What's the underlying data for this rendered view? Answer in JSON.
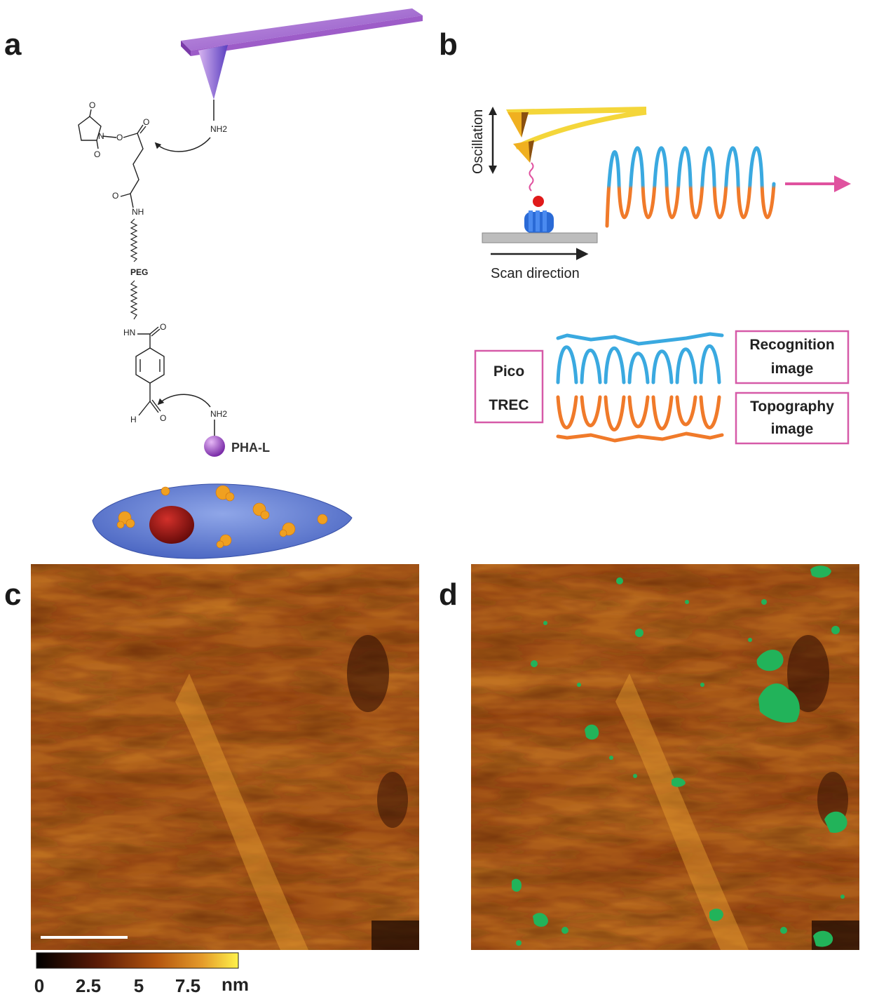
{
  "panels": {
    "a": {
      "letter": "a"
    },
    "b": {
      "letter": "b"
    },
    "c": {
      "letter": "c"
    },
    "d": {
      "letter": "d"
    }
  },
  "chemistry": {
    "amine_tip": "NH2",
    "nh": "NH",
    "peg": "PEG",
    "hn": "HN",
    "h": "H",
    "o": "O",
    "n": "N",
    "amine_protein": "NH2",
    "protein": "PHA-L"
  },
  "trec": {
    "oscillation": "Oscillation",
    "scan_direction": "Scan direction",
    "pico_line1": "Pico",
    "pico_line2": "TREC",
    "recognition_line1": "Recognition",
    "recognition_line2": "image",
    "topography_line1": "Topography",
    "topography_line2": "image"
  },
  "colorbar": {
    "ticks": [
      "0",
      "2.5",
      "5",
      "7.5"
    ],
    "unit": "nm",
    "stops": [
      "#000000",
      "#5a1a06",
      "#b4560f",
      "#e49a2a",
      "#fff24a"
    ]
  },
  "colors": {
    "cantilever_a": "#b679d6",
    "cantilever_b": "#f4d63a",
    "topo_trace": "#f07a2a",
    "recog_trace": "#3aa9e0",
    "arrow": "#e0529f",
    "recognition_spot": "#22b35a",
    "box_border": "#d65aa8"
  }
}
